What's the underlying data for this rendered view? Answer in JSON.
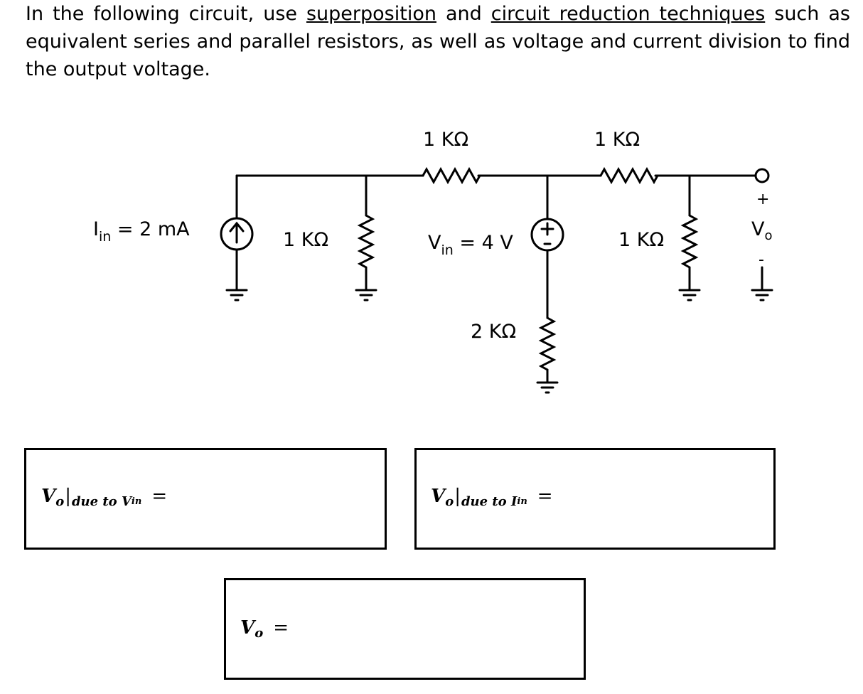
{
  "question": {
    "part1": "In the following circuit, use ",
    "link1": "superposition",
    "part2": " and ",
    "link2": "circuit reduction techniques",
    "part3": " such as equivalent series and parallel resistors, as well as voltage and current division to find the output voltage."
  },
  "circuit": {
    "current_source": {
      "label": "I",
      "sub": "in",
      "value": " = 2 mA"
    },
    "resistor_shunt_left": "1 KΩ",
    "resistor_series_top_left": "1 KΩ",
    "resistor_series_top_right": "1 KΩ",
    "resistor_shunt_right": "1 KΩ",
    "resistor_bottom": "2 KΩ",
    "voltage_source": {
      "label": "V",
      "sub": "in",
      "value": " = 4 V"
    },
    "output": {
      "plus": "+",
      "label": "V",
      "sub": "o",
      "minus": "-"
    }
  },
  "answers": {
    "box1": {
      "v": "V",
      "vsub": "o",
      "bar": "|",
      "due": "due to V",
      "in": "in",
      "equals": "="
    },
    "box2": {
      "v": "V",
      "vsub": "o",
      "bar": "|",
      "due": "due to I",
      "in": "in",
      "equals": "="
    },
    "box3": {
      "v": "V",
      "vsub": "o",
      "equals": "="
    }
  }
}
